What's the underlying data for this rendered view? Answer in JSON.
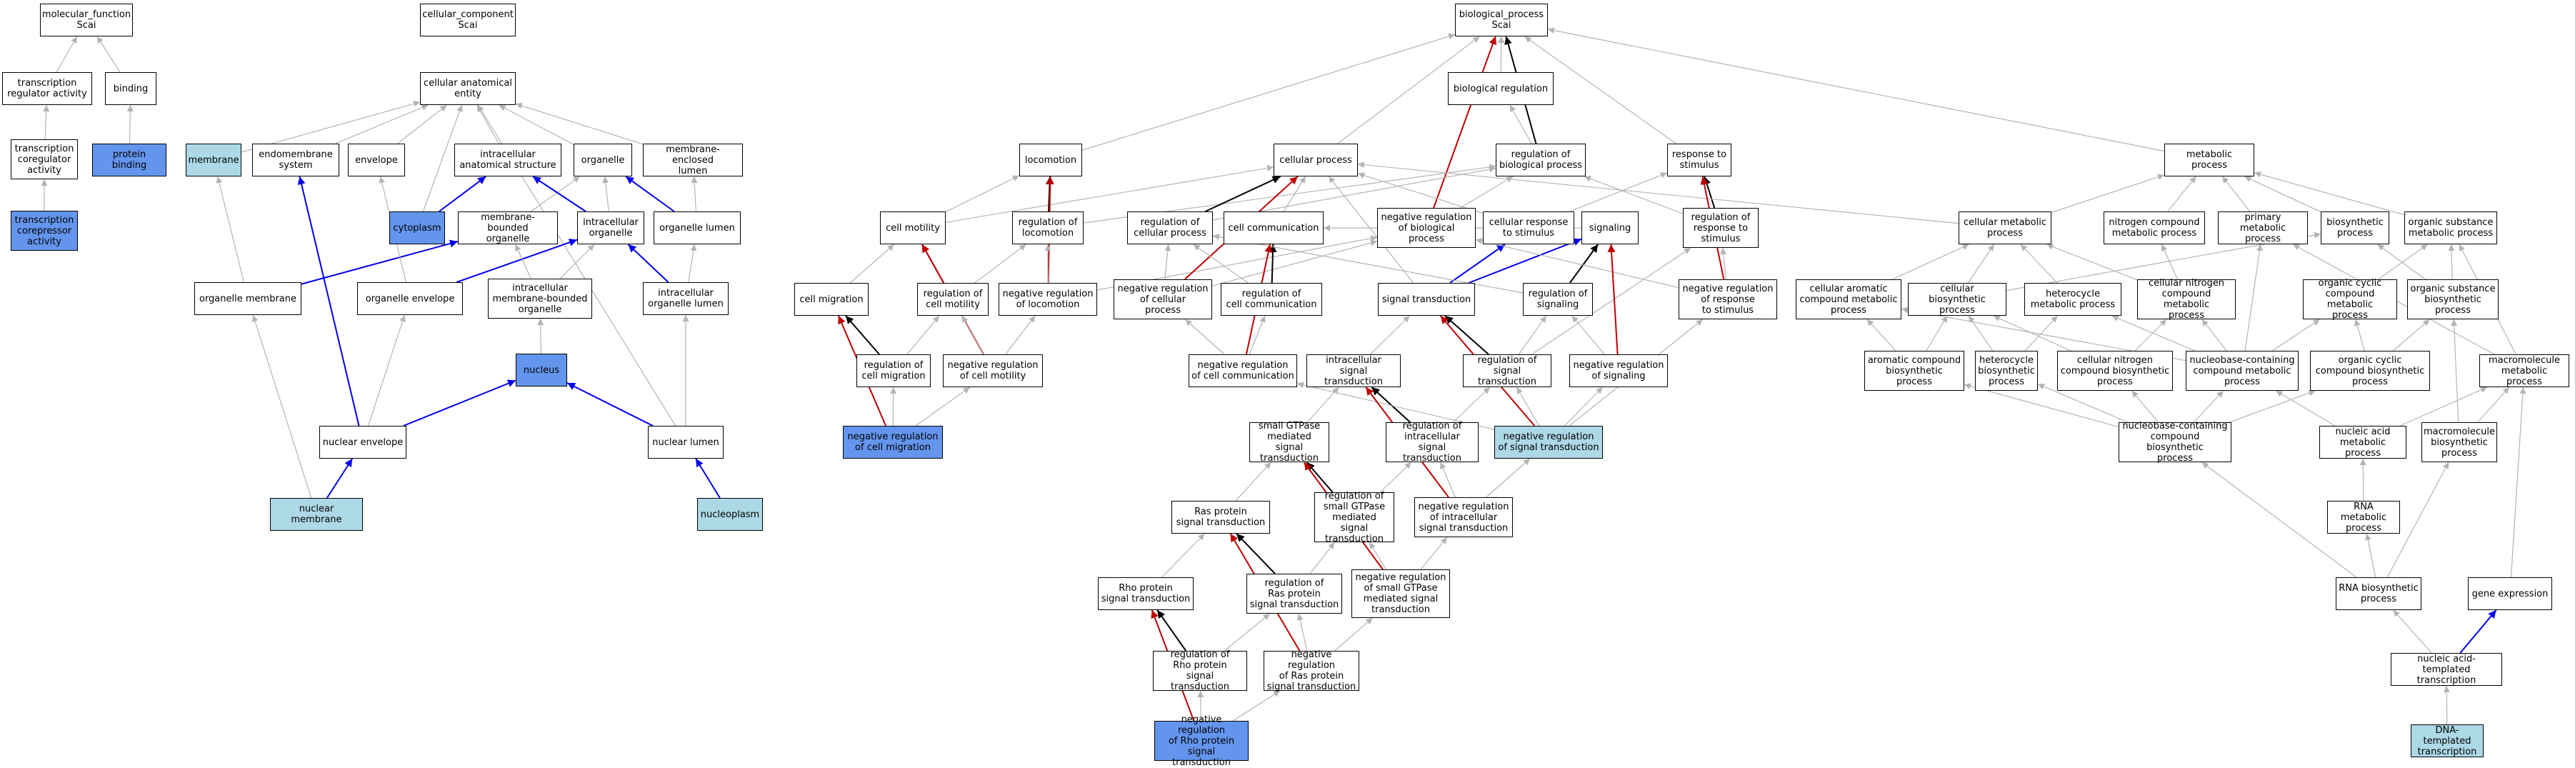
{
  "nodes": {
    "mf": "molecular_function\nScai",
    "tra": "transcription\nregulator activity",
    "binding": "binding",
    "tca": "transcription\ncoregulator\nactivity",
    "pbind": "protein binding",
    "tcra": "transcription\ncorepressor\nactivity",
    "cc": "cellular_component\nScai",
    "cae": "cellular anatomical\nentity",
    "membrane": "membrane",
    "endomem": "endomembrane\nsystem",
    "envelope": "envelope",
    "ias": "intracellular\nanatomical structure",
    "organelle": "organelle",
    "mel": "membrane-enclosed\nlumen",
    "cytoplasm": "cytoplasm",
    "mbo": "membrane-bounded\norganelle",
    "io": "intracellular\norganelle",
    "ol": "organelle lumen",
    "om": "organelle membrane",
    "oe": "organelle envelope",
    "imbo": "intracellular\nmembrane-bounded\norganelle",
    "iol": "intracellular\norganelle lumen",
    "nucleus": "nucleus",
    "ne": "nuclear envelope",
    "nl": "nuclear lumen",
    "nm": "nuclear membrane",
    "np": "nucleoplasm",
    "bp": "biological_process\nScai",
    "breg": "biological regulation",
    "locomotion": "locomotion",
    "cproc": "cellular process",
    "rbp": "regulation of\nbiological process",
    "rts": "response to\nstimulus",
    "metab": "metabolic process",
    "cmot": "cell motility",
    "rloc": "regulation of\nlocomotion",
    "rcp": "regulation of\ncellular process",
    "ccomm": "cell communication",
    "nrbp": "negative regulation\nof biological\nprocess",
    "crts": "cellular response\nto stimulus",
    "signaling": "signaling",
    "rrts": "regulation of\nresponse to\nstimulus",
    "cmp": "cellular metabolic\nprocess",
    "ncmp": "nitrogen compound\nmetabolic process",
    "pmp": "primary metabolic\nprocess",
    "biosyn": "biosynthetic\nprocess",
    "osmp": "organic substance\nmetabolic process",
    "cmig": "cell migration",
    "rcmot": "regulation of\ncell motility",
    "nrloc": "negative regulation\nof locomotion",
    "nrcp": "negative regulation\nof cellular\nprocess",
    "rccomm": "regulation of\ncell communication",
    "st": "signal transduction",
    "rsig": "regulation of\nsignaling",
    "nrrts": "negative regulation\nof response\nto stimulus",
    "cacmp": "cellular aromatic\ncompound metabolic\nprocess",
    "cbp": "cellular biosynthetic\nprocess",
    "hmp": "heterocycle\nmetabolic process",
    "cncmp": "cellular nitrogen\ncompound metabolic\nprocess",
    "occmp": "organic cyclic\ncompound metabolic\nprocess",
    "osbp": "organic substance\nbiosynthetic\nprocess",
    "rcmig": "regulation of\ncell migration",
    "nrcmot": "negative regulation\nof cell motility",
    "nrccomm": "negative regulation\nof cell communication",
    "ist": "intracellular\nsignal transduction",
    "rst": "regulation of\nsignal transduction",
    "nrsig": "negative regulation\nof signaling",
    "acbp": "aromatic compound\nbiosynthetic\nprocess",
    "hbp": "heterocycle\nbiosynthetic\nprocess",
    "cncbp": "cellular nitrogen\ncompound biosynthetic\nprocess",
    "nbcmp": "nucleobase-containing\ncompound metabolic\nprocess",
    "occbp": "organic cyclic\ncompound biosynthetic\nprocess",
    "macmp": "macromolecule\nmetabolic process",
    "nrcmig": "negative regulation\nof cell migration",
    "sgtp": "small GTPase\nmediated signal\ntransduction",
    "rist": "regulation of\nintracellular\nsignal transduction",
    "nrst": "negative regulation\nof signal transduction",
    "nbcbp": "nucleobase-containing\ncompound biosynthetic\nprocess",
    "namp": "nucleic acid\nmetabolic process",
    "mbp": "macromolecule\nbiosynthetic\nprocess",
    "ras": "Ras protein\nsignal transduction",
    "rsgtp": "regulation of\nsmall GTPase\nmediated signal\ntransduction",
    "nrist": "negative regulation\nof intracellular\nsignal transduction",
    "rnamp": "RNA metabolic\nprocess",
    "rho": "Rho protein\nsignal transduction",
    "rras": "regulation of\nRas protein\nsignal transduction",
    "nrsgtp": "negative regulation\nof small GTPase\nmediated signal\ntransduction",
    "rnabp": "RNA biosynthetic\nprocess",
    "gexp": "gene expression",
    "rrho": "regulation of\nRho protein\nsignal transduction",
    "nrras": "negative regulation\nof Ras protein\nsignal transduction",
    "natt": "nucleic acid-templated\ntranscription",
    "nrrho": "negative regulation\nof Rho protein\nsignal transduction",
    "dtt": "DNA-templated\ntranscription"
  },
  "colors": {
    "highlight_fill": "#6495ed",
    "annotated_fill": "#add8e6",
    "is_a_edge": "#b4b4b4",
    "part_of_edge": "#0000ee",
    "regulates_edge": "#000000",
    "negatively_regulates_edge": "#c00000"
  }
}
